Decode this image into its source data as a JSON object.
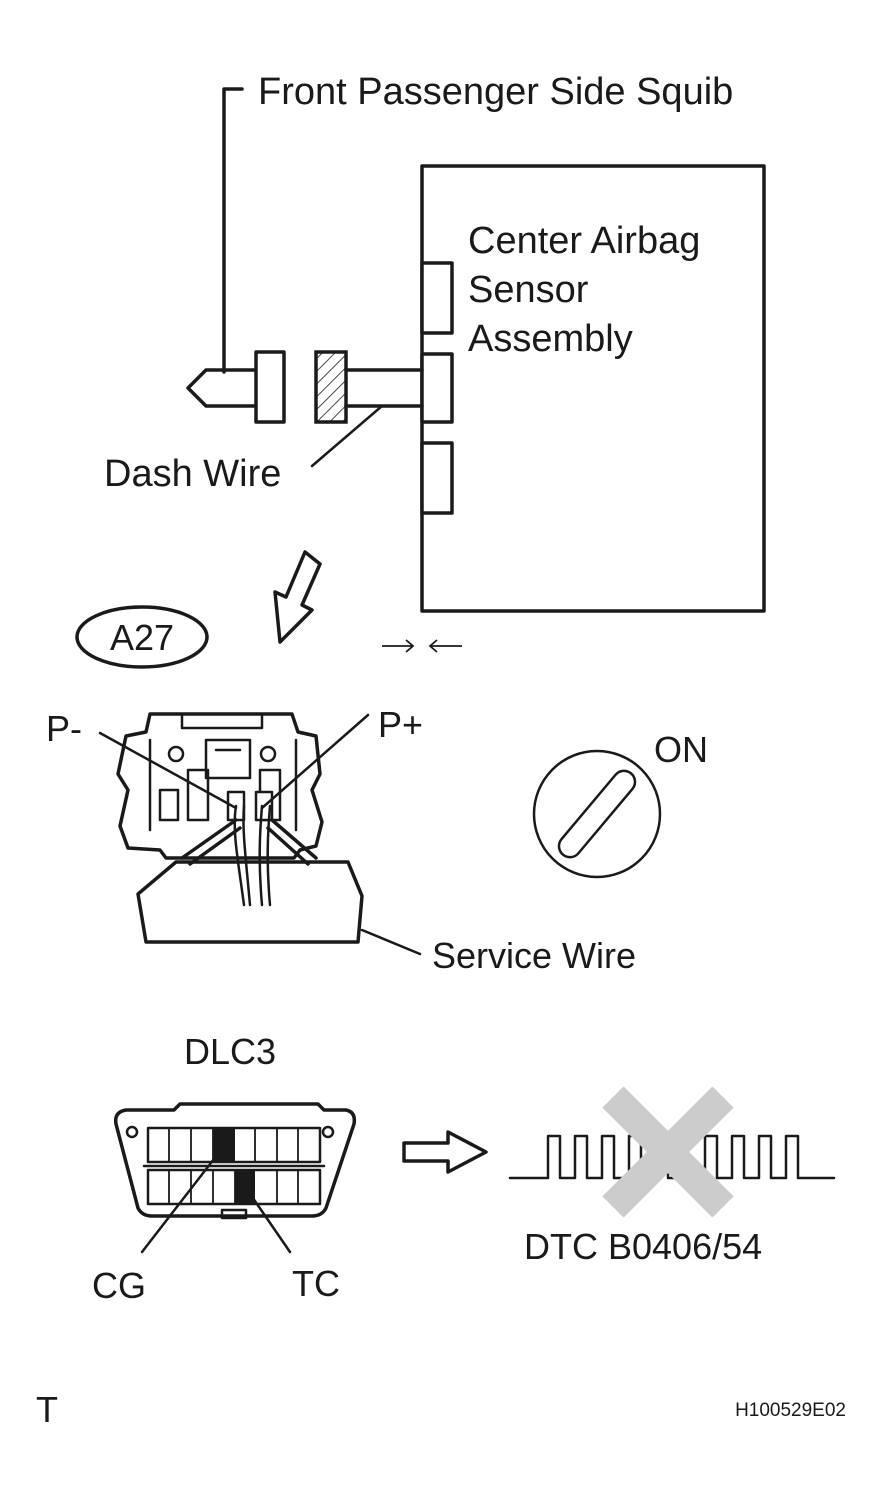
{
  "labels": {
    "squib": "Front Passenger Side Squib",
    "sensor_line1": "Center Airbag",
    "sensor_line2": "Sensor",
    "sensor_line3": "Assembly",
    "dash_wire": "Dash Wire",
    "connector_id": "A27",
    "p_minus": "P-",
    "p_plus": "P+",
    "ignition": "ON",
    "service_wire": "Service Wire",
    "dlc": "DLC3",
    "cg": "CG",
    "tc": "TC",
    "dtc": "DTC B0406/54",
    "corner_left": "T",
    "figure_id": "H100529E02"
  },
  "icons": {
    "connect_marks": "arrows-pointing-together-icon",
    "downward_arrow": "hollow-down-arrow-icon",
    "output_arrow": "hollow-right-arrow-icon",
    "not_output": "gray-x-icon",
    "ignition_key": "ignition-key-icon"
  },
  "colors": {
    "line": "#1a1a1a",
    "x_mark": "#cccccc",
    "terminal_fill": "#1a1a1a"
  }
}
